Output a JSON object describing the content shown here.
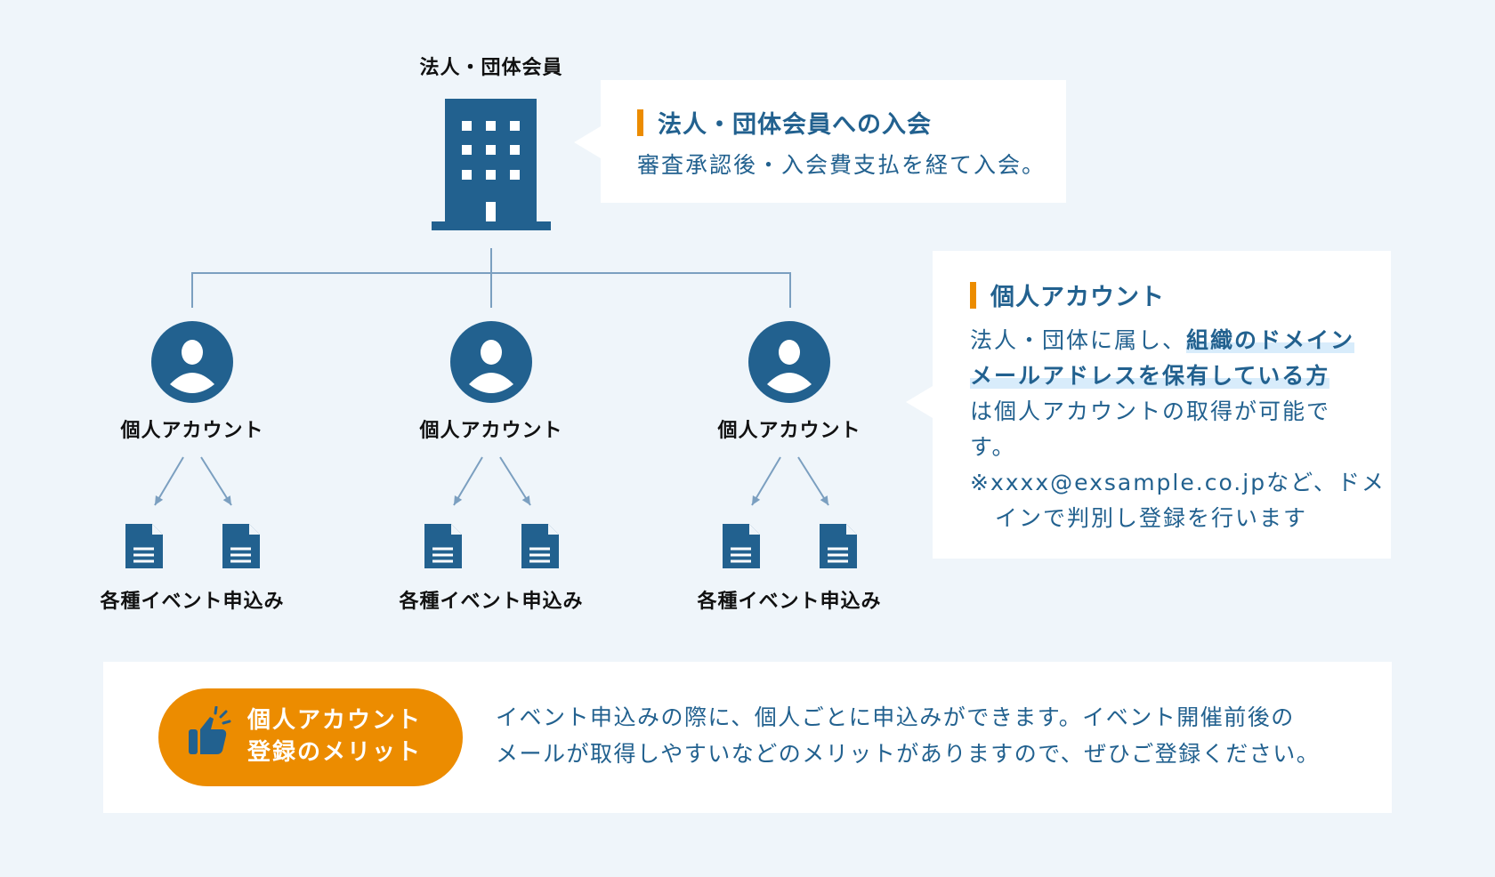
{
  "org": {
    "label": "法人・団体会員"
  },
  "org_bubble": {
    "title": "法人・団体会員への入会",
    "text": "審査承認後・入会費支払を経て入会。"
  },
  "accounts": [
    {
      "label": "個人アカウント",
      "events_label": "各種イベント申込み"
    },
    {
      "label": "個人アカウント",
      "events_label": "各種イベント申込み"
    },
    {
      "label": "個人アカウント",
      "events_label": "各種イベント申込み"
    }
  ],
  "account_bubble": {
    "title": "個人アカウント",
    "line1_plain": "法人・団体に属し、",
    "line1_bold": "組織のドメイン",
    "line2_bold": "メールアドレスを保有している方",
    "line3": "は個人アカウントの取得が可能で",
    "line4": "す。",
    "note1": "※xxxx@exsample.co.jpなど、ドメ",
    "note2": "インで判別し登録を行います"
  },
  "merit": {
    "badge_line1": "個人アカウント",
    "badge_line2": "登録のメリット",
    "text_line1": "イベント申込みの際に、個人ごとに申込みができます。イベント開催前後の",
    "text_line2": "メールが取得しやすいなどのメリットがありますので、ぜひご登録ください。"
  },
  "colors": {
    "primary": "#22618f",
    "accent": "#ec8c00",
    "background": "#eff5fa",
    "highlight": "#d8ecfb"
  }
}
